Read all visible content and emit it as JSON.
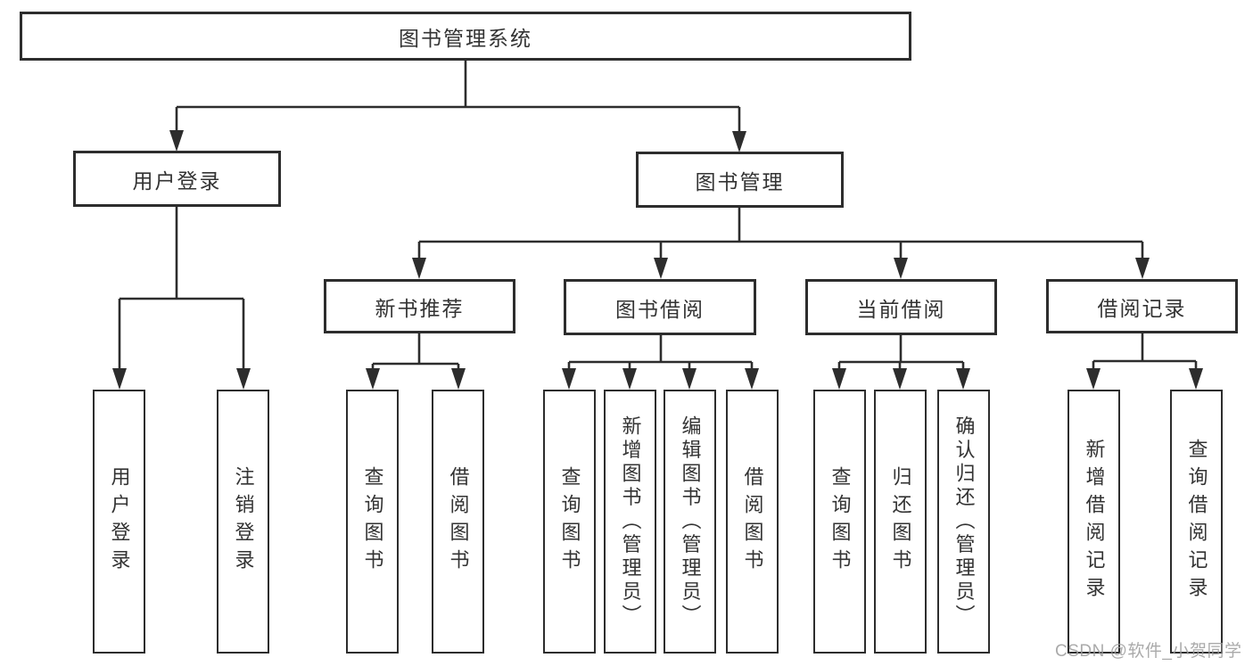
{
  "root": {
    "label": "图书管理系统"
  },
  "user_branch": {
    "label": "用户登录",
    "children": [
      {
        "label": "用户登录"
      },
      {
        "label": "注销登录"
      }
    ]
  },
  "management_branch": {
    "label": "图书管理",
    "sections": [
      {
        "label": "新书推荐",
        "children": [
          {
            "label": "查询图书"
          },
          {
            "label": "借阅图书"
          }
        ]
      },
      {
        "label": "图书借阅",
        "children": [
          {
            "label": "查询图书"
          },
          {
            "label": "新增图书（管理员）"
          },
          {
            "label": "编辑图书（管理员）"
          },
          {
            "label": "借阅图书"
          }
        ]
      },
      {
        "label": "当前借阅",
        "children": [
          {
            "label": "查询图书"
          },
          {
            "label": "归还图书"
          },
          {
            "label": "确认归还（管理员）"
          }
        ]
      },
      {
        "label": "借阅记录",
        "children": [
          {
            "label": "新增借阅记录"
          },
          {
            "label": "查询借阅记录"
          }
        ]
      }
    ]
  },
  "watermark": {
    "text": "CSDN @软件_小贺同学"
  },
  "colors": {
    "line": "#2d2d2d",
    "box_border": "#2d2d2d",
    "text": "#333333",
    "watermark": "#9c9c9c",
    "background": "#ffffff"
  }
}
